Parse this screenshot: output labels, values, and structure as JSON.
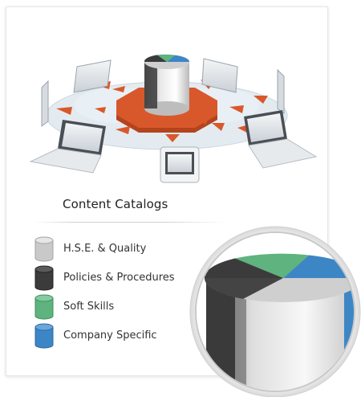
{
  "title": "Content Catalogs",
  "legend": [
    {
      "label": "H.S.E. & Quality",
      "color": "#c9c9c9",
      "stroke": "#a3a3a3",
      "icon": "cylinder-icon"
    },
    {
      "label": "Policies & Procedures",
      "color": "#3b3b3b",
      "stroke": "#222222",
      "icon": "cylinder-icon"
    },
    {
      "label": "Soft Skills",
      "color": "#5fb37e",
      "stroke": "#3c8f5a",
      "icon": "cylinder-icon"
    },
    {
      "label": "Company Specific",
      "color": "#3d86c6",
      "stroke": "#2a6aa3",
      "icon": "cylinder-icon"
    }
  ],
  "colors": {
    "accent_orange": "#d9582b",
    "platform": "#dce6ee",
    "gray": "#cfcfcf",
    "dark": "#3b3b3b",
    "green": "#5fb37e",
    "blue": "#3d86c6"
  }
}
